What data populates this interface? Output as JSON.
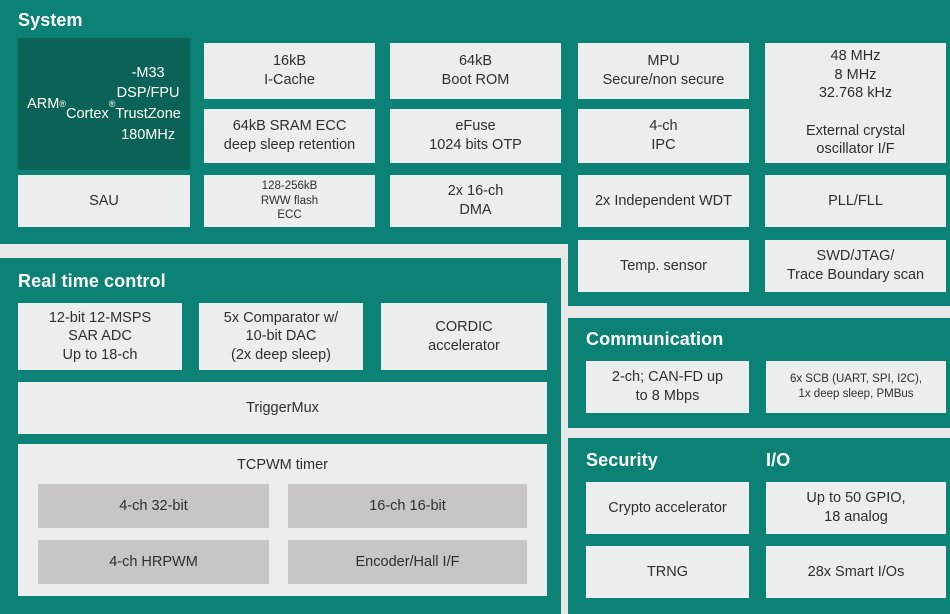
{
  "colors": {
    "panel_teal": "#0b8275",
    "cpu_dark_teal": "#0a6356",
    "box_gray": "#eceded",
    "subbox_gray": "#c6c6c6",
    "page_bg": "#e8e8e8",
    "title_text": "#ffffff",
    "box_text": "#2f2f2f"
  },
  "panels": {
    "system": {
      "title": "System",
      "cpu": "ARM®\nCortex®-M33\nDSP/FPU\nTrustZone\n180MHz",
      "boxes": {
        "icache": "16kB\nI-Cache",
        "sram": "64kB SRAM ECC\ndeep sleep retention",
        "sau": "SAU",
        "flash": "128-256kB\nRWW flash\nECC",
        "bootrom": "64kB\nBoot ROM",
        "efuse": "eFuse\n1024 bits OTP",
        "dma": "2x 16-ch\nDMA",
        "mpu": "MPU\nSecure/non secure",
        "ipc": "4-ch\nIPC",
        "wdt": "2x Independent WDT",
        "temp": "Temp. sensor",
        "clocks": "48 MHz\n8 MHz\n32.768 kHz\n\nExternal crystal\noscillator I/F",
        "pll": "PLL/FLL",
        "swd": "SWD/JTAG/\nTrace Boundary scan"
      }
    },
    "realtime": {
      "title": "Real time control",
      "boxes": {
        "adc": "12-bit 12-MSPS\nSAR ADC\nUp to 18-ch",
        "comparator": "5x Comparator w/\n10-bit DAC\n(2x deep sleep)",
        "cordic": "CORDIC\naccelerator",
        "triggermux": "TriggerMux",
        "tcpwm_label": "TCPWM timer",
        "tcpwm_sub": [
          "4-ch 32-bit",
          "16-ch 16-bit",
          "4-ch HRPWM",
          "Encoder/Hall I/F"
        ]
      }
    },
    "communication": {
      "title": "Communication",
      "boxes": {
        "canfd": "2-ch; CAN-FD up\nto 8 Mbps",
        "scb": "6x SCB (UART, SPI, I2C),\n1x deep sleep, PMBus"
      }
    },
    "security": {
      "title": "Security",
      "boxes": {
        "crypto": "Crypto accelerator",
        "trng": "TRNG"
      }
    },
    "io": {
      "title": "I/O",
      "boxes": {
        "gpio": "Up to 50 GPIO,\n18 analog",
        "smart": "28x Smart I/Os"
      }
    }
  }
}
